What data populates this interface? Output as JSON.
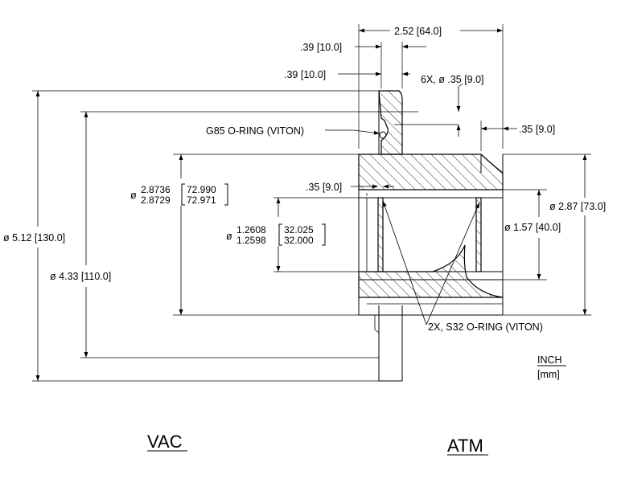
{
  "dimensions": {
    "overall_length": "2.52 [64.0]",
    "flange_offset_1": ".39 [10.0]",
    "flange_offset_2": ".39 [10.0]",
    "bolt_holes": "6X, ø .35 [9.0]",
    "atm_step": ".35 [9.0]",
    "groove_width": ".35 [9.0]",
    "flange_od": "ø 5.12 [130.0]",
    "bolt_circle": "ø 4.33 [110.0]",
    "body_od": "ø 2.87 [73.0]",
    "bore_atm": "ø 1.57 [40.0]"
  },
  "tolerances": {
    "body_fit": {
      "prefix": "ø",
      "in_max": "2.8736",
      "in_min": "2.8729",
      "mm_max": "72.990",
      "mm_min": "72.971"
    },
    "bore_fit": {
      "prefix": "ø",
      "in_max": "1.2608",
      "in_min": "1.2598",
      "mm_max": "32.025",
      "mm_min": "32.000"
    }
  },
  "callouts": {
    "flange_oring": "G85 O-RING (VITON)",
    "shaft_orings": "2X, S32 O-RING (VITON)"
  },
  "units": {
    "primary": "INCH",
    "secondary": "[mm]"
  },
  "sides": {
    "left": "VAC",
    "right": "ATM"
  }
}
